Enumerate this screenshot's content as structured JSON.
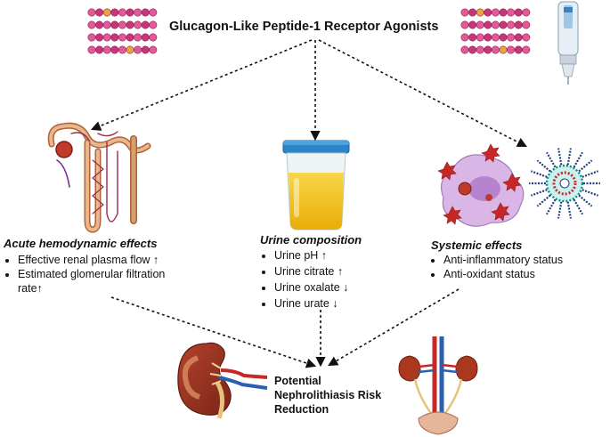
{
  "title": "Glucagon-Like Peptide-1 Receptor Agonists",
  "acute": {
    "heading": "Acute hemodynamic effects",
    "items": [
      "Effective renal plasma flow ↑",
      "Estimated glomerular filtration",
      "rate↑"
    ]
  },
  "urine": {
    "heading": "Urine composition",
    "items": [
      "Urine pH ↑",
      "Urine citrate ↑",
      "Urine oxalate ↓",
      "Urine urate ↓"
    ]
  },
  "systemic": {
    "heading": "Systemic effects",
    "items": [
      "Anti-inflammatory status",
      "Anti-oxidant status"
    ]
  },
  "outcome": {
    "lines": [
      "Potential",
      "Nephrolithiasis Risk",
      "Reduction"
    ]
  },
  "icons": [
    "peptide-chain-left-icon",
    "peptide-chain-right-icon",
    "injection-pen-icon",
    "nephron-icon",
    "urine-cup-icon",
    "macrophage-icon",
    "nanoparticle-icon",
    "kidney-cross-section-icon",
    "urinary-tract-icon"
  ],
  "colors": {
    "bead": "#c7367a",
    "bead_light": "#e25a97",
    "bead_accent": "#e5a63a",
    "arrow": "#111111",
    "urine": "#f4c10f",
    "lid": "#2a86c8"
  }
}
